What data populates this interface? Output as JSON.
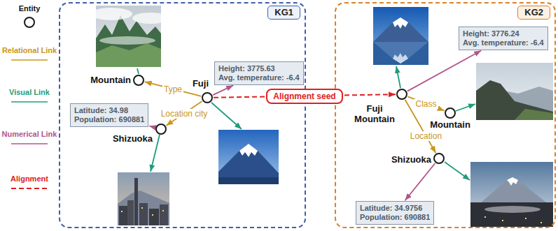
{
  "diagram": {
    "nodes": [
      {
        "text": [
          "KG1"
        ]
      },
      {
        "text": [
          "Mountain"
        ],
        "in": 0
      },
      {
        "text": [
          "Fuji"
        ],
        "in": 0
      },
      {
        "text": [
          "Height: 3775.63",
          "Avg. temperature: -6.4"
        ],
        "in": 0
      },
      {
        "text": [
          "Latitude: 34.98",
          "Population: 690881"
        ],
        "in": 0
      },
      {
        "text": [
          "Shizuoka"
        ],
        "in": 0
      },
      {
        "text": [
          "KG2"
        ]
      },
      {
        "text": [
          "Height: 3776.24",
          "Avg. temperature: -6.4"
        ],
        "in": 6
      },
      {
        "text": [
          "Fuji Mountain"
        ],
        "in": 6
      },
      {
        "text": [
          "Mountain"
        ],
        "in": 6
      },
      {
        "text": [
          "Shizuoka"
        ],
        "in": 6
      },
      {
        "text": [
          "Latitude: 34.9756",
          "Population: 690881"
        ],
        "in": 6
      }
    ],
    "edges": [
      {
        "from": 2,
        "to": 1,
        "label": "Type",
        "arrow": "to"
      },
      {
        "from": 2,
        "to": 5,
        "label": "Location city",
        "arrow": "to"
      },
      {
        "from": 2,
        "to": 3,
        "arrow": "to"
      },
      {
        "from": 5,
        "to": 4,
        "arrow": "to"
      },
      {
        "from": 2,
        "to": 8,
        "label": "Alignment seed",
        "arrow": "to"
      },
      {
        "from": 8,
        "to": 9,
        "label": "Class",
        "arrow": "to"
      },
      {
        "from": 8,
        "to": 10,
        "label": "Location",
        "arrow": "to"
      },
      {
        "from": 8,
        "to": 7,
        "arrow": "to"
      },
      {
        "from": 10,
        "to": 11,
        "arrow": "to"
      }
    ],
    "legend": [
      {
        "text": "Entity"
      },
      {
        "text": "Relational Link"
      },
      {
        "text": "Visual Link"
      },
      {
        "text": "Numerical Link"
      },
      {
        "text": "Alignment"
      }
    ]
  }
}
